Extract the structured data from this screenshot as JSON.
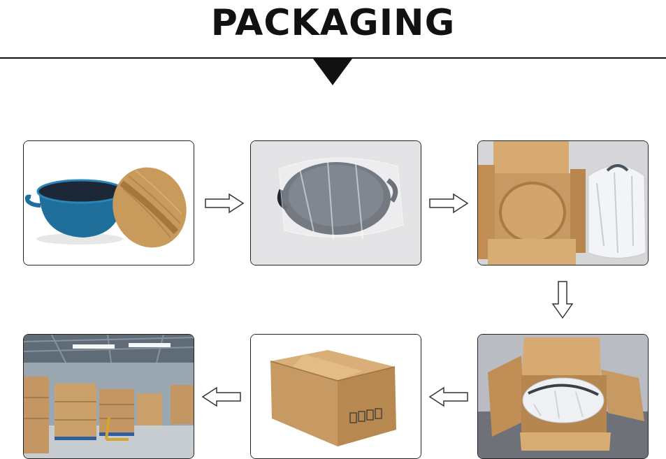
{
  "heading": {
    "title": "PACKAGING"
  },
  "steps": [
    {
      "id": 1,
      "icon": "enamel-pot-with-wooden-lid-image"
    },
    {
      "id": 2,
      "icon": "pot-in-plastic-bag-image"
    },
    {
      "id": 3,
      "icon": "open-carton-with-insert-image"
    },
    {
      "id": 4,
      "icon": "wrapped-pot-in-carton-image"
    },
    {
      "id": 5,
      "icon": "closed-carton-box-image"
    },
    {
      "id": 6,
      "icon": "warehouse-pallets-image"
    }
  ],
  "colors": {
    "pot_blue": "#1f6f9a",
    "pot_inner": "#1c2838",
    "wood": "#c89a5b",
    "cardboard": "#c79a63",
    "frame": "#222222"
  }
}
